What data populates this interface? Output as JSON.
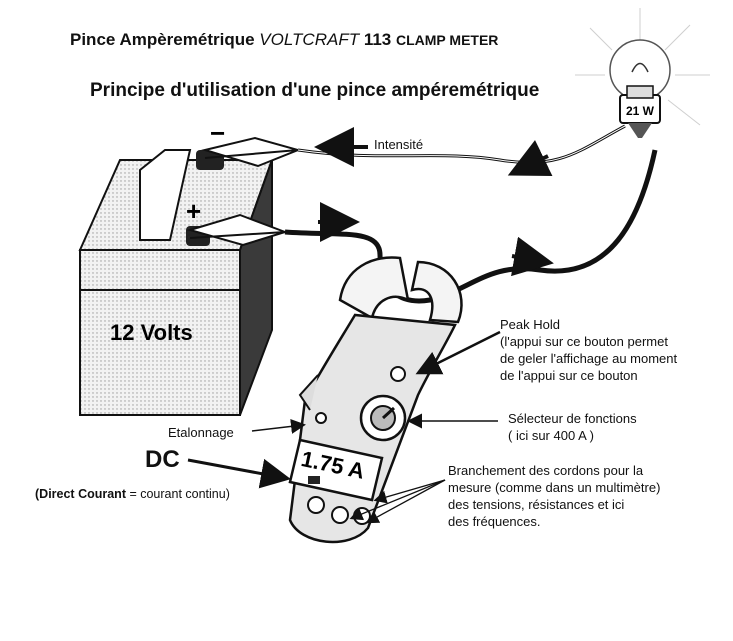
{
  "title": {
    "prefix": "Pince Ampèremétrique",
    "brand": "VOLTCRAFT",
    "model": "113",
    "suffix": "CLAMP METER"
  },
  "subtitle": "Principe d'utilisation d'une pince ampéremétrique",
  "battery": {
    "voltage_label": "12 Volts",
    "minus_sign": "−",
    "plus_sign": "+"
  },
  "bulb": {
    "power_label": "21 W"
  },
  "current_label": "Intensité",
  "meter": {
    "display_value": "1.75 A"
  },
  "annotations": {
    "peak_hold": [
      "Peak Hold",
      "(l'appui sur ce bouton permet",
      "de geler l'affichage au moment",
      "de l'appui sur ce bouton"
    ],
    "selector": [
      "Sélecteur de fonctions",
      "( ici sur 400 A )"
    ],
    "calibration": "Etalonnage",
    "sockets": [
      "Branchement des cordons pour la",
      "mesure (comme dans un multimètre)",
      "des tensions, résistances et ici",
      "des fréquences."
    ],
    "dc": "DC",
    "dc_note_bold": "(Direct Courant",
    "dc_note_rest": " = courant continu)"
  },
  "colors": {
    "ink": "#111111",
    "paper": "#ffffff",
    "meter_body": "#e6e6e6",
    "cable": "#1a1a1a"
  }
}
